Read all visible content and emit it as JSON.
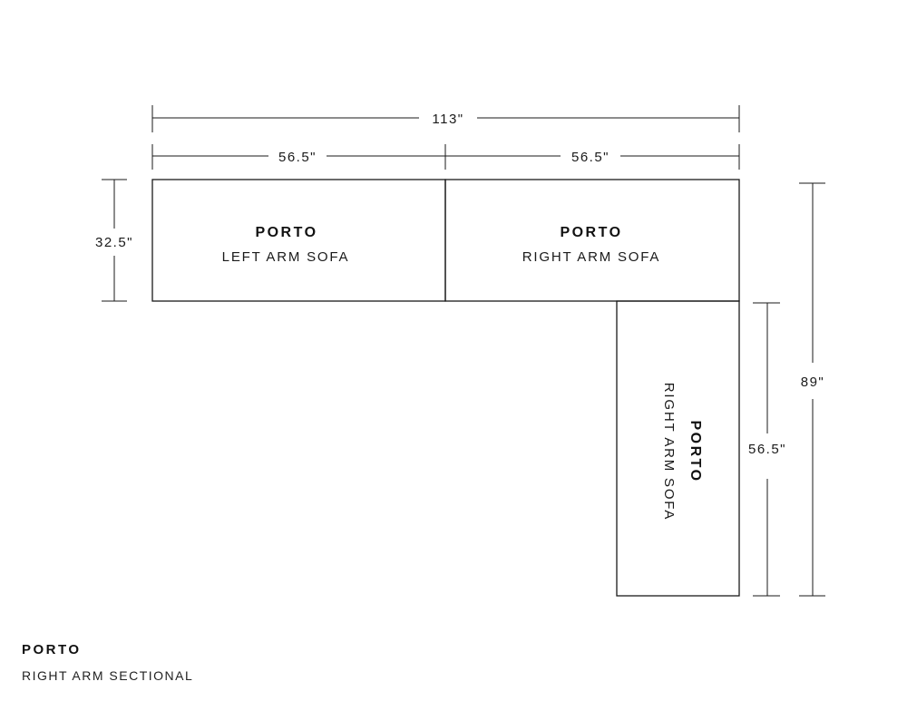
{
  "dimensions": {
    "overall_width": "113\"",
    "left_width": "56.5\"",
    "right_width": "56.5\"",
    "depth": "32.5\"",
    "overall_length": "89\"",
    "chaise_length": "56.5\""
  },
  "pieces": [
    {
      "name": "PORTO",
      "subtitle": "LEFT ARM SOFA"
    },
    {
      "name": "PORTO",
      "subtitle": "RIGHT ARM SOFA"
    },
    {
      "name": "PORTO",
      "subtitle": "RIGHT ARM SOFA"
    }
  ],
  "footer": {
    "title": "PORTO",
    "subtitle": "RIGHT ARM SECTIONAL"
  },
  "colors": {
    "line": "#1a1a1a",
    "text": "#1a1a1a"
  }
}
